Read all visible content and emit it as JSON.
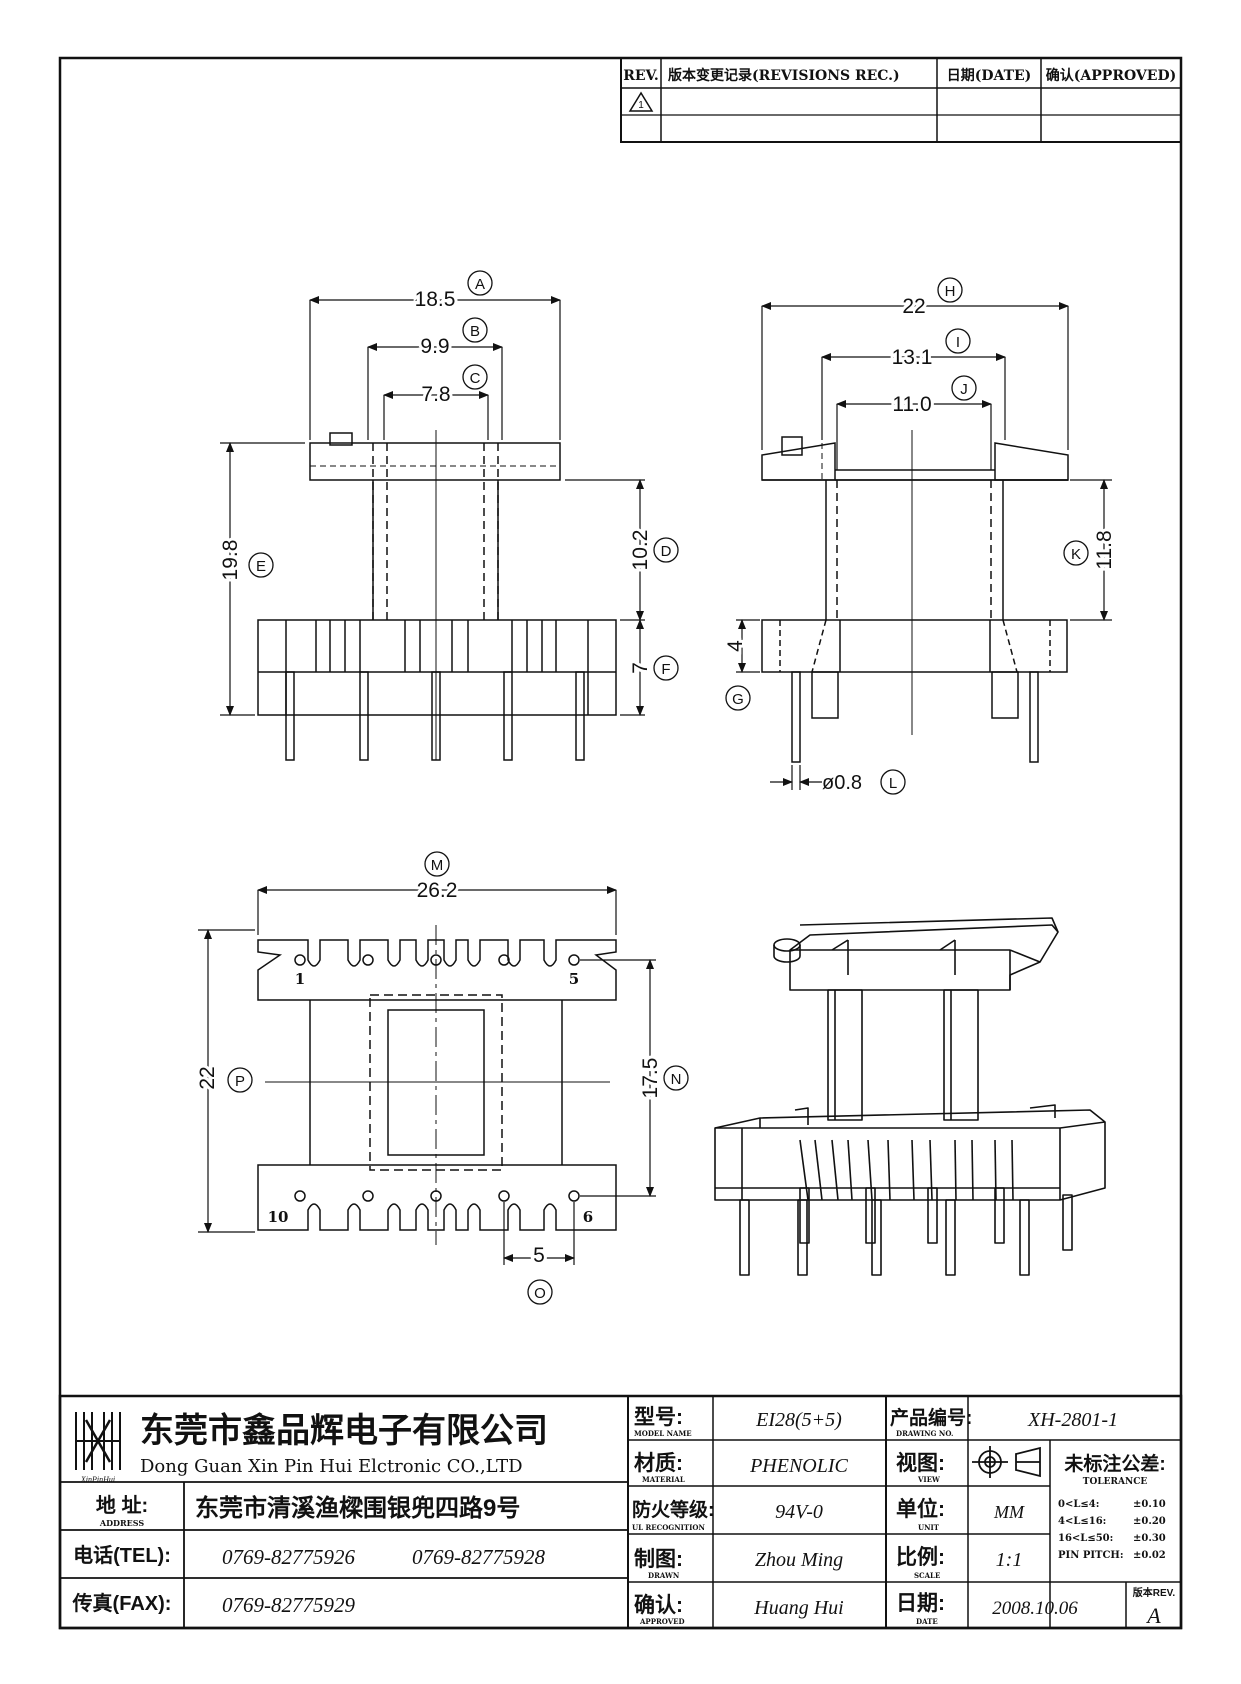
{
  "revisions": {
    "col_rev": "REV.",
    "col_rec": "版本变更记录(REVISIONS REC.)",
    "col_date": "日期(DATE)",
    "col_approved": "确认(APPROVED)",
    "row1_rev": "1"
  },
  "dims": {
    "A": {
      "letter": "A",
      "value": "18.5"
    },
    "B": {
      "letter": "B",
      "value": "9.9"
    },
    "C": {
      "letter": "C",
      "value": "7.8"
    },
    "D": {
      "letter": "D",
      "value": "10.2"
    },
    "E": {
      "letter": "E",
      "value": "19.8"
    },
    "F": {
      "letter": "F",
      "value": "7"
    },
    "G": {
      "letter": "G",
      "value": "4"
    },
    "H": {
      "letter": "H",
      "value": "22"
    },
    "I": {
      "letter": "I",
      "value": "13.1"
    },
    "J": {
      "letter": "J",
      "value": "11.0"
    },
    "K": {
      "letter": "K",
      "value": "11.8"
    },
    "L": {
      "letter": "L",
      "value": "ø0.8"
    },
    "M": {
      "letter": "M",
      "value": "26.2"
    },
    "N": {
      "letter": "N",
      "value": "17.5"
    },
    "O": {
      "letter": "O",
      "value": "5"
    },
    "P": {
      "letter": "P",
      "value": "22"
    }
  },
  "pins": {
    "p1": "1",
    "p5": "5",
    "p10": "10",
    "p6": "6"
  },
  "title_block": {
    "company_cn": "东莞市鑫品辉电子有限公司",
    "company_en": "Dong Guan Xin Pin Hui Elctronic CO.,LTD",
    "logo_text": "XinPinHui",
    "address_label": "地  址:",
    "address_label_en": "ADDRESS",
    "address": "东莞市清溪渔樑围银兜四路9号",
    "tel_label": "电话(TEL):",
    "tel1": "0769-82775926",
    "tel2": "0769-82775928",
    "fax_label": "传真(FAX):",
    "fax": "0769-82775929",
    "model_label": "型号:",
    "model_label_en": "MODEL NAME",
    "model": "EI28(5+5)",
    "material_label": "材质:",
    "material_label_en": "MATERIAL",
    "material": "PHENOLIC",
    "ul_label": "防火等级:",
    "ul_label_en": "UL RECOGNITION",
    "ul": "94V-0",
    "drawn_label": "制图:",
    "drawn_label_en": "DRAWN",
    "drawn": "Zhou Ming",
    "approved_label": "确认:",
    "approved_label_en": "APPROVED",
    "approved": "Huang Hui",
    "drawing_no_label": "产品编号:",
    "drawing_no_label_en": "DRAWING NO.",
    "drawing_no": "XH-2801-1",
    "view_label": "视图:",
    "view_label_en": "VIEW",
    "unit_label": "单位:",
    "unit_label_en": "UNIT",
    "unit": "MM",
    "scale_label": "比例:",
    "scale_label_en": "SCALE",
    "scale": "1:1",
    "date_label": "日期:",
    "date_label_en": "DATE",
    "date": "2008.10.06",
    "tol_label": "未标注公差:",
    "tol_label_en": "TOLERANCE",
    "tol_rows": [
      {
        "range": "0<L≤4:",
        "value": "±0.10"
      },
      {
        "range": "4<L≤16:",
        "value": "±0.20"
      },
      {
        "range": "16<L≤50:",
        "value": "±0.30"
      },
      {
        "range": "PIN PITCH:",
        "value": "±0.02"
      }
    ],
    "rev_label": "版本REV.",
    "rev": "A"
  }
}
